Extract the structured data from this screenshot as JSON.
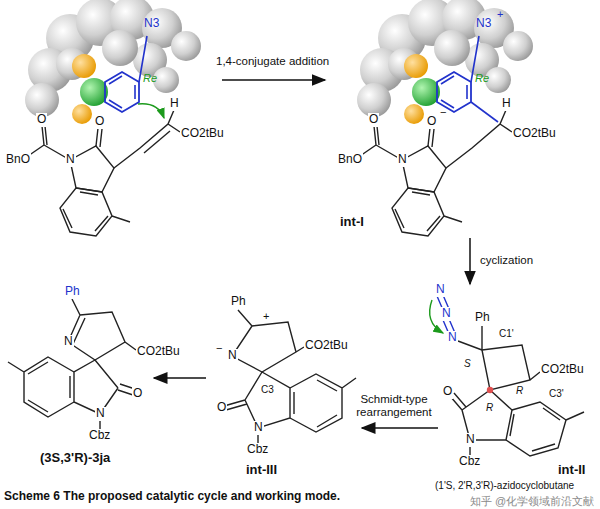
{
  "diagram": {
    "caption": "Scheme 6 The proposed catalytic cycle and working mode.",
    "labels": [
      "N3",
      "Re",
      "H",
      "CO2tBu",
      "O",
      "O",
      "BnO",
      "N",
      "1,4-conjugate addition",
      "N3",
      "+",
      "Re",
      "O",
      "−",
      "H",
      "CO2tBu",
      "BnO",
      "N",
      "O",
      "int-I",
      "cyclization",
      "N",
      "N",
      "N",
      "Ph",
      "C1'",
      "C3'",
      "CO2tBu",
      "S",
      "R",
      "R",
      "O",
      "N",
      "Cbz",
      "int-II",
      "(1'S, 2'R,3'R)-azidocyclobutane",
      "Schmidt-type rearrangement",
      "Ph",
      "+",
      "N",
      "−",
      "C3",
      "CO2tBu",
      "O",
      "N",
      "Cbz",
      "int-III",
      "Ph",
      "N",
      "CO2tBu",
      "O",
      "N",
      "Cbz",
      "(3S,3'R)-3ja",
      "知乎 @化学领域前沿文献"
    ]
  }
}
